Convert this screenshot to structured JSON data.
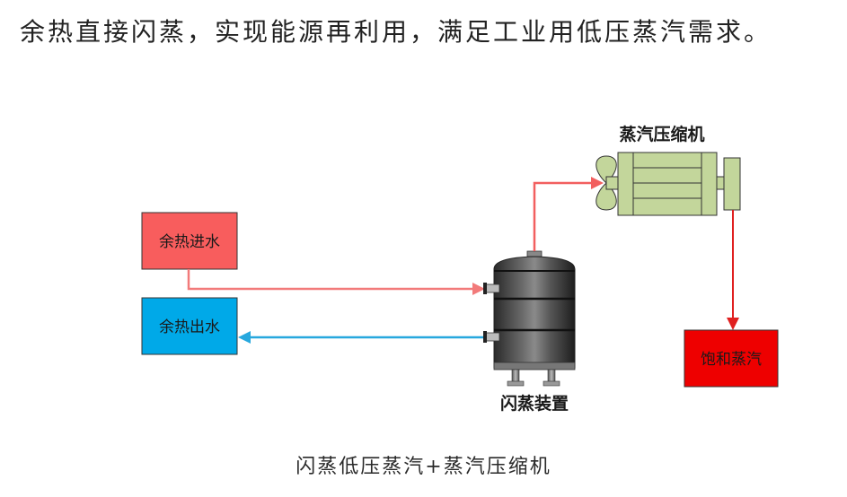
{
  "headline": "余热直接闪蒸，实现能源再利用，满足工业用低压蒸汽需求。",
  "caption": "闪蒸低压蒸汽+蒸汽压缩机",
  "nodes": {
    "hot_water_in": {
      "label": "余热进水",
      "color": "#f85d5d"
    },
    "hot_water_out": {
      "label": "余热出水",
      "color": "#00a9e8"
    },
    "flash_device": {
      "label": "闪蒸装置"
    },
    "compressor": {
      "label": "蒸汽压缩机",
      "color": "#c3d69b"
    },
    "saturated_steam": {
      "label": "饱和蒸汽",
      "color": "#ee0000"
    }
  },
  "flows": {
    "inlet_color": "#f27a7a",
    "outlet_color": "#27a8de",
    "steam_color": "#f25f5f",
    "output_color": "#e02020"
  }
}
